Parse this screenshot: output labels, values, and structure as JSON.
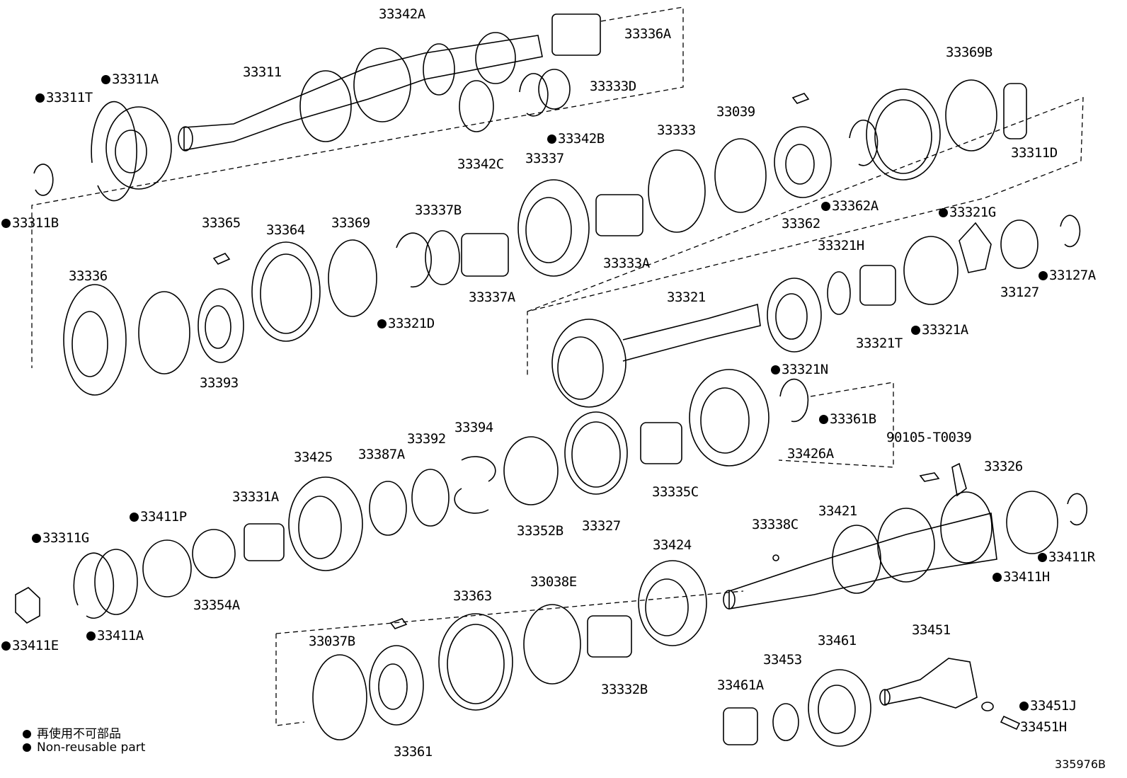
{
  "diagram": {
    "reference_code": "335976B",
    "legend": {
      "jp": "再使用不可部品",
      "en": "Non-reusable part",
      "marker": "black-dot-icon"
    },
    "parts": [
      {
        "id": "33342A",
        "non_reusable": false
      },
      {
        "id": "33336A",
        "non_reusable": false
      },
      {
        "id": "33311",
        "non_reusable": false
      },
      {
        "id": "33311A",
        "non_reusable": true
      },
      {
        "id": "33311T",
        "non_reusable": true
      },
      {
        "id": "33333D",
        "non_reusable": false
      },
      {
        "id": "33342B",
        "non_reusable": true
      },
      {
        "id": "33342C",
        "non_reusable": false
      },
      {
        "id": "33311B",
        "non_reusable": true
      },
      {
        "id": "33365",
        "non_reusable": false
      },
      {
        "id": "33364",
        "non_reusable": false
      },
      {
        "id": "33369B",
        "non_reusable": false
      },
      {
        "id": "33039",
        "non_reusable": false
      },
      {
        "id": "33333",
        "non_reusable": false
      },
      {
        "id": "33337",
        "non_reusable": false
      },
      {
        "id": "33311D",
        "non_reusable": false
      },
      {
        "id": "33362A",
        "non_reusable": true
      },
      {
        "id": "33362",
        "non_reusable": false
      },
      {
        "id": "33337B",
        "non_reusable": false
      },
      {
        "id": "33369",
        "non_reusable": false
      },
      {
        "id": "33336",
        "non_reusable": false
      },
      {
        "id": "33333A",
        "non_reusable": false
      },
      {
        "id": "33321G",
        "non_reusable": true
      },
      {
        "id": "33321H",
        "non_reusable": false
      },
      {
        "id": "33127A",
        "non_reusable": true
      },
      {
        "id": "33127",
        "non_reusable": false
      },
      {
        "id": "33337A",
        "non_reusable": false
      },
      {
        "id": "33321D",
        "non_reusable": true
      },
      {
        "id": "33321",
        "non_reusable": false
      },
      {
        "id": "33321A",
        "non_reusable": true
      },
      {
        "id": "33321T",
        "non_reusable": false
      },
      {
        "id": "33393",
        "non_reusable": false
      },
      {
        "id": "33321N",
        "non_reusable": true
      },
      {
        "id": "33361B",
        "non_reusable": true
      },
      {
        "id": "33394",
        "non_reusable": false
      },
      {
        "id": "33392",
        "non_reusable": false
      },
      {
        "id": "90105-T0039",
        "non_reusable": false
      },
      {
        "id": "33425",
        "non_reusable": false
      },
      {
        "id": "33387A",
        "non_reusable": false
      },
      {
        "id": "33426A",
        "non_reusable": false
      },
      {
        "id": "33326",
        "non_reusable": false
      },
      {
        "id": "33335C",
        "non_reusable": false
      },
      {
        "id": "33331A",
        "non_reusable": false
      },
      {
        "id": "33411P",
        "non_reusable": true
      },
      {
        "id": "33352B",
        "non_reusable": false
      },
      {
        "id": "33327",
        "non_reusable": false
      },
      {
        "id": "33338C",
        "non_reusable": false
      },
      {
        "id": "33421",
        "non_reusable": false
      },
      {
        "id": "33311G",
        "non_reusable": true
      },
      {
        "id": "33424",
        "non_reusable": false
      },
      {
        "id": "33411R",
        "non_reusable": true
      },
      {
        "id": "33411H",
        "non_reusable": true
      },
      {
        "id": "33354A",
        "non_reusable": false
      },
      {
        "id": "33411A",
        "non_reusable": true
      },
      {
        "id": "33411E",
        "non_reusable": true
      },
      {
        "id": "33038E",
        "non_reusable": false
      },
      {
        "id": "33363",
        "non_reusable": false
      },
      {
        "id": "33037B",
        "non_reusable": false
      },
      {
        "id": "33451",
        "non_reusable": false
      },
      {
        "id": "33461",
        "non_reusable": false
      },
      {
        "id": "33453",
        "non_reusable": false
      },
      {
        "id": "33461A",
        "non_reusable": false
      },
      {
        "id": "33332B",
        "non_reusable": false
      },
      {
        "id": "33451J",
        "non_reusable": true
      },
      {
        "id": "33451H",
        "non_reusable": false
      },
      {
        "id": "33361",
        "non_reusable": false
      }
    ]
  }
}
